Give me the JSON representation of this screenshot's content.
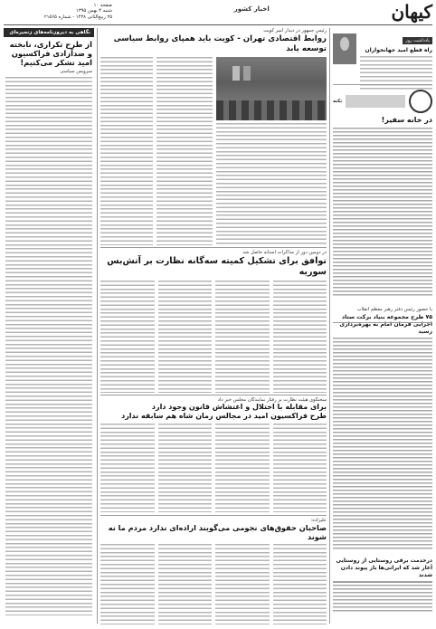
{
  "masthead": {
    "logo": "کیهان",
    "section": "اخبار کشور",
    "page_number": "صفحه ۱۰",
    "date_line": "شنبه ۴ بهمن ۱۳۹۵",
    "issue_line": "۲۵ ربیع‌الثانی ۱۴۳۸ - شماره ۲۱۵۶۵"
  },
  "right_column": {
    "box_title": "نگاهی به دیروزنامه‌های زنجیره‌ای",
    "headline": "از طرح تکراری، نابخته و ضدآزادی فراکسیون امید تشکر می‌کنیم!",
    "subhead": "سرویس سیاسی"
  },
  "main_story": {
    "kicker": "رئیس جمهور در دیدار امیر کویت",
    "headline": "روابط اقتصادی تهران - کویت باید همپای روابط سیاسی توسعه یابد"
  },
  "story_two": {
    "kicker": "در دومین دور از مذاکرات آستانه حاصل شد",
    "headline": "توافق برای تشکیل کمیته سه‌گانه نظارت بر آتش‌بس سوریه"
  },
  "story_three": {
    "kicker": "سخنگوی هیئت نظارت بر رفتار نمایندگان مجلس خبر داد",
    "headline_1": "برای مقابله با اختلال و اغتشاش قانون وجود دارد",
    "headline_2": "طرح فراکسیون امید در مجالس زمان شاه هم سابقه ندارد"
  },
  "story_four": {
    "kicker": "علیزاده:",
    "headline": "صاحبان حقوق‌های نجومی می‌گویند اراده‌ای ندارد مردم ما نه شوند"
  },
  "left_column": {
    "tag": "یادداشت روز",
    "op_author": "راه قطع امید جهانخواران",
    "note_tag": "نکته",
    "note_title": "در خانه سفیر!",
    "brief_kicker": "با حضور رئیس دفتر رهبر معظم انقلاب",
    "brief_headline": "۷۵ طرح مجموعه بنیاد برکت ستاد اجرایی فرمان امام به بهره‌برداری رسید",
    "bottom_headline": "درخدمت برقی روستایی از روستایی آغاز شد که ایرانی‌ها باز پیوند دادن شدند"
  }
}
